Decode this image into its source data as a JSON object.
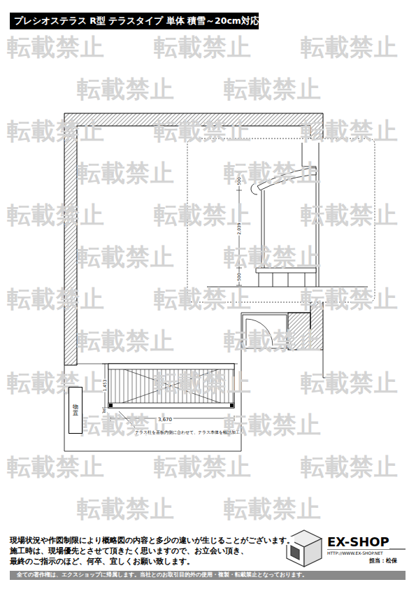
{
  "diagram": {
    "title": "プレシオステラス R型 テラスタイプ 単体 積雪～20cm対応",
    "nodes": [
      {
        "text": [
          "物置"
        ]
      }
    ],
    "labels": [
      "転載禁止",
      "転載禁止",
      "転載禁止",
      "転載禁止",
      "転載禁止",
      "転載禁止",
      "転載禁止",
      "転載禁止",
      "転載禁止",
      "転載禁止",
      "転載禁止",
      "転載禁止",
      "転載禁止",
      "転載禁止",
      "転載禁止",
      "転載禁止",
      "転載禁止",
      "転載禁止",
      "転載禁止",
      "転載禁止",
      "転載禁止",
      "転載禁止",
      "転載禁止",
      "転載禁止",
      "転載禁止",
      "転載禁止",
      "転載禁止",
      "転載禁止",
      "転載禁止",
      "転載禁止",
      "500",
      "2,039",
      "500",
      "1,453",
      "88",
      "3,670",
      "テラス柱を基板内側に合わせて、テラス本体を幅詰加工",
      "現場状況や作図制限により概略図の内容と多少の違いが生じることがございます。",
      "施工時は、現場優先とさせて頂きたく思いますので、お立会い頂き、",
      "最終のご指示のほど、何卒、宜しくお願い致します。",
      "EX-SHOP",
      "HTTP://WWW.EX-SHOP.NET",
      "担当：松保",
      "全ての著作権は、エクスショップに帰属します。当社とのお取引目的外の使用・複製・転載禁止となっております。"
    ]
  }
}
